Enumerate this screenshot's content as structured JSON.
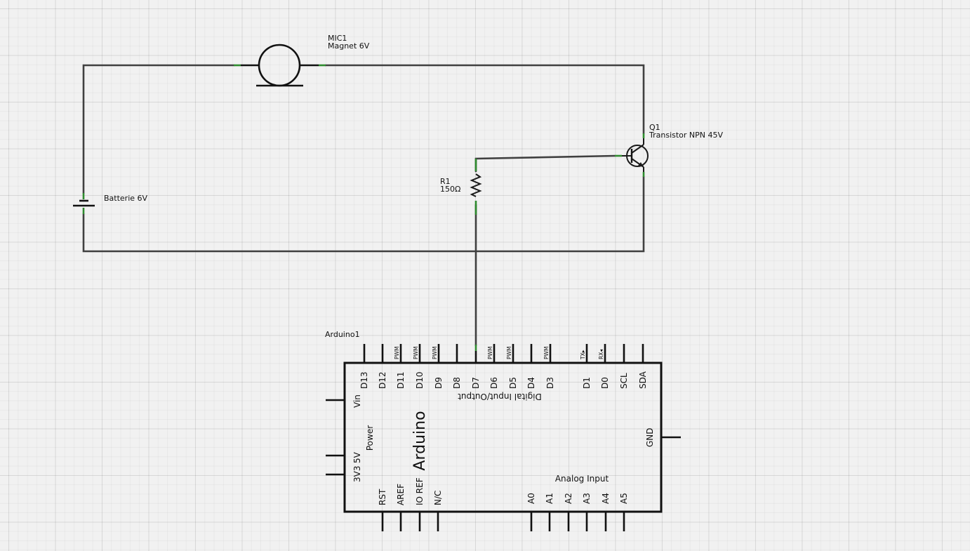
{
  "components": {
    "motor": {
      "ref": "MIC1",
      "value": "Magnet 6V"
    },
    "transistor": {
      "ref": "Q1",
      "value": "Transistor NPN 45V"
    },
    "resistor": {
      "ref": "R1",
      "value": "150Ω"
    },
    "battery": {
      "value": "Batterie 6V"
    },
    "arduino": {
      "ref": "Arduino1",
      "name": "Arduino"
    }
  },
  "arduino": {
    "digital_section": "Digital Input/Output",
    "power_section": "Power",
    "analog_section": "Analog Input",
    "top_pins": [
      "D13",
      "D12",
      "D11",
      "D10",
      "D9",
      "D8",
      "D7",
      "D6",
      "D5",
      "D4",
      "D3",
      "D1",
      "D0",
      "SCL",
      "SDA"
    ],
    "pwm_label": "PWM",
    "tx_label": "TX▸",
    "rx_label": "RX◂",
    "left_pins": [
      "Vin",
      "5V",
      "3V3"
    ],
    "right_pins": [
      "GND"
    ],
    "bottom_left_pins": [
      "RST",
      "AREF",
      "IO REF",
      "N/C"
    ],
    "bottom_right_pins": [
      "A0",
      "A1",
      "A2",
      "A3",
      "A4",
      "A5"
    ]
  }
}
